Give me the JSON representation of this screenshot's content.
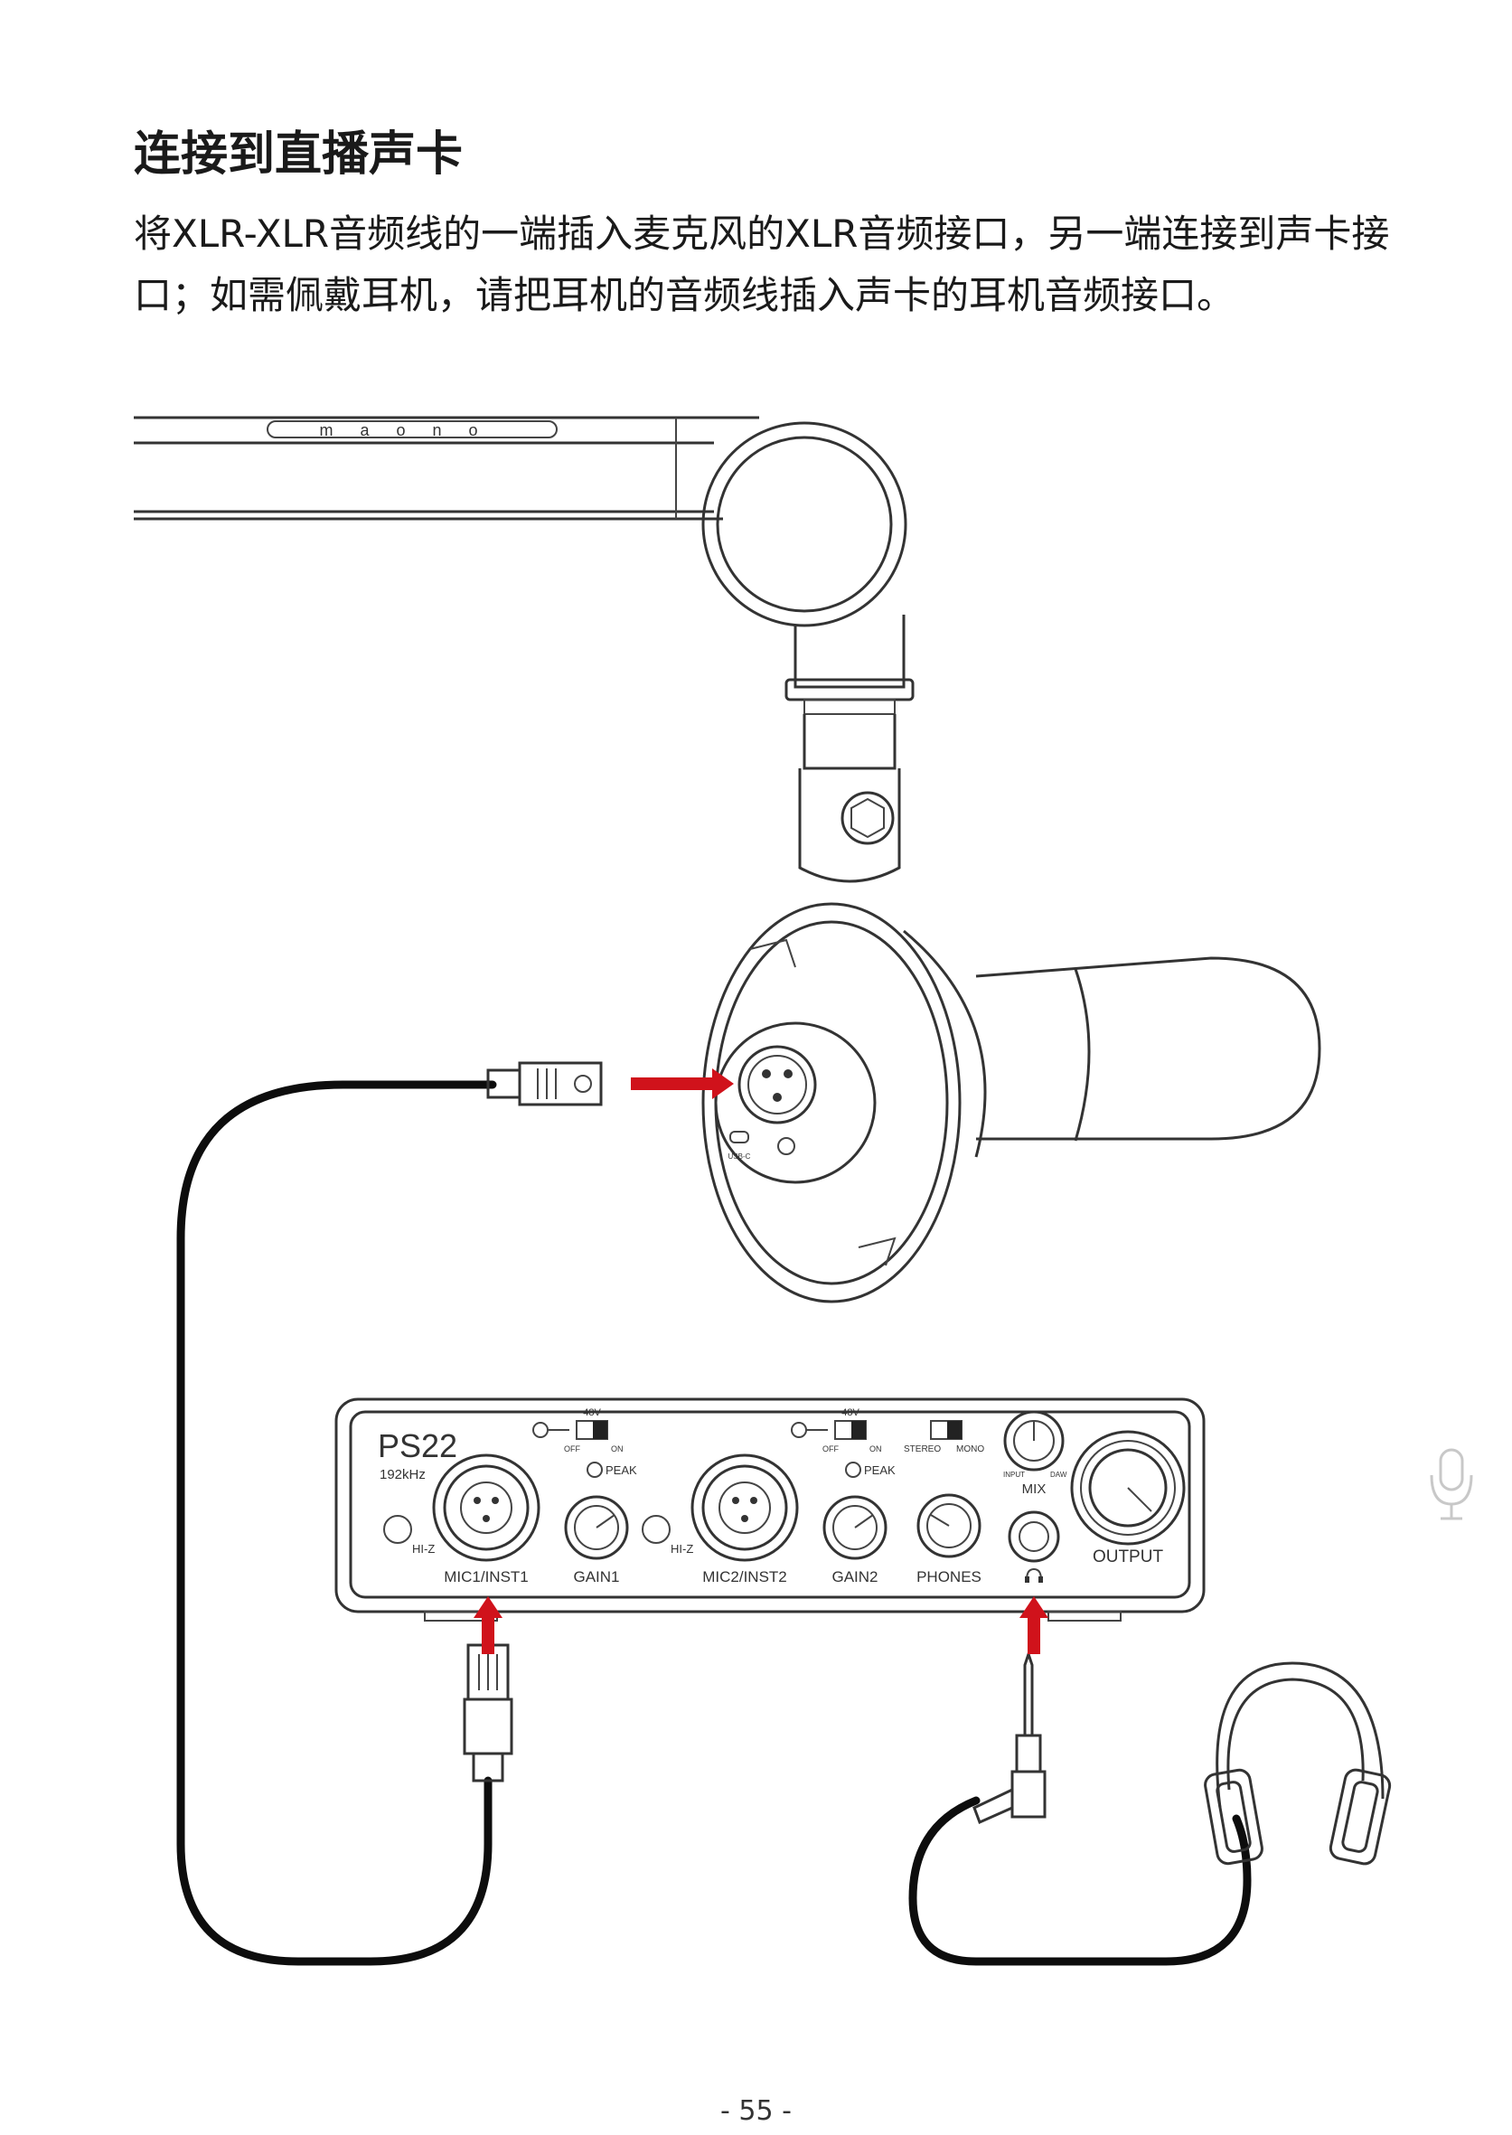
{
  "page": {
    "title": "连接到直播声卡",
    "intro": "将XLR-XLR音频线的一端插入麦克风的XLR音频接口，另一端连接到声卡接口；如需佩戴耳机，请把耳机的音频线插入声卡的耳机音频接口。",
    "page_number": "- 55 -"
  },
  "arm": {
    "brand_text": "maono"
  },
  "microphone": {
    "usb_label": "USB-C"
  },
  "interface": {
    "model": "PS22",
    "sample_rate": "192kHz",
    "ch1": {
      "phantom": "48V",
      "off": "OFF",
      "on": "ON",
      "peak": "PEAK",
      "hiz": "HI-Z",
      "input": "MIC1/INST1",
      "gain": "GAIN1"
    },
    "ch2": {
      "phantom": "48V",
      "off": "OFF",
      "on": "ON",
      "peak": "PEAK",
      "hiz": "HI-Z",
      "input": "MIC2/INST2",
      "gain": "GAIN2"
    },
    "stereo": "STEREO",
    "mono": "MONO",
    "mix": "MIX",
    "mix_input": "INPUT",
    "mix_daw": "DAW",
    "phones": "PHONES",
    "output": "OUTPUT"
  },
  "colors": {
    "arrow": "#d0121b",
    "cable": "#0d0d0d",
    "line": "#333333"
  },
  "icons": {
    "side": "microphone-icon",
    "headphone_jack": "headphone-icon"
  }
}
